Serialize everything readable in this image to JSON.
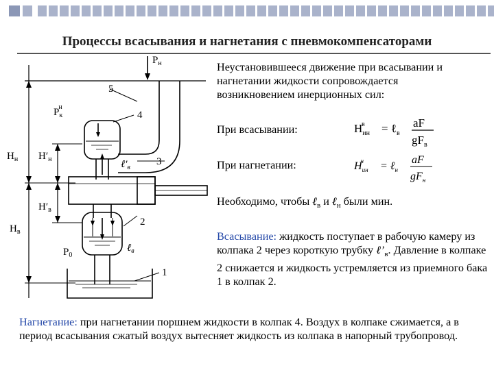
{
  "slide": {
    "title": "Процессы всасывания и нагнетания с пневмокомпенсаторами",
    "intro": "Неустановившееся движение при всасывании и нагнетании жидкости сопровождается возникновением инерционных сил:",
    "suction_label": "При всасывании:",
    "discharge_label": "При нагнетании:",
    "condition_prefix": "Необходимо, чтобы ",
    "condition_and": " и ",
    "condition_suffix": " были мин.",
    "suction_term": "Всасывание:",
    "suction_text_1": " жидкость поступает в рабочую камеру из колпака 2 через короткую трубку ",
    "suction_text_2": ". Давление в колпаке 2 снижается и жидкость устремляется из приемного бака 1 в колпак 2.",
    "discharge_term": "Нагнетание:",
    "discharge_text": " при нагнетании поршнем жидкости в колпак 4. Воздух в колпаке сжимается, а в период всасывания сжатый воздух вытесняет жидкость из колпака в напорный трубопровод."
  },
  "formulas": {
    "suction": {
      "lhs": "H",
      "lhs_sub": "ин",
      "lhs_sup": "в",
      "eq": "= ℓ",
      "eq_sub": "в",
      "num": "aF",
      "den": "gF",
      "den_sub": "в"
    },
    "discharge": {
      "lhs": "H",
      "lhs_sub": "ин",
      "lhs_sup": "н",
      "eq": "= ℓ",
      "eq_sub": "н",
      "num": "aF",
      "den": "gF",
      "den_sub": "н"
    },
    "l_suction": "ℓ",
    "l_suction_sub": "в",
    "l_discharge": "ℓ",
    "l_discharge_sub": "н",
    "l_short": "ℓ’",
    "l_short_sub": "в"
  },
  "diagram": {
    "labels": {
      "pn": "P",
      "pn_sub": "н",
      "pk": "P",
      "pk_sub": "к",
      "pk_sup": "н",
      "n5": "5",
      "n4": "4",
      "n3": "3",
      "n2": "2",
      "n1": "1",
      "Hn": "H",
      "Hn_sub": "н",
      "Hn_p": "H′",
      "Hn_p_sub": "н",
      "Hv_p": "H′",
      "Hv_p_sub": "в",
      "Hv": "H",
      "Hv_sub": "в",
      "lv_p": "ℓ′",
      "lv_p_sub": "в",
      "lv": "ℓ",
      "lv_sub": "в",
      "pv": "P",
      "pv_sub": "0"
    }
  }
}
